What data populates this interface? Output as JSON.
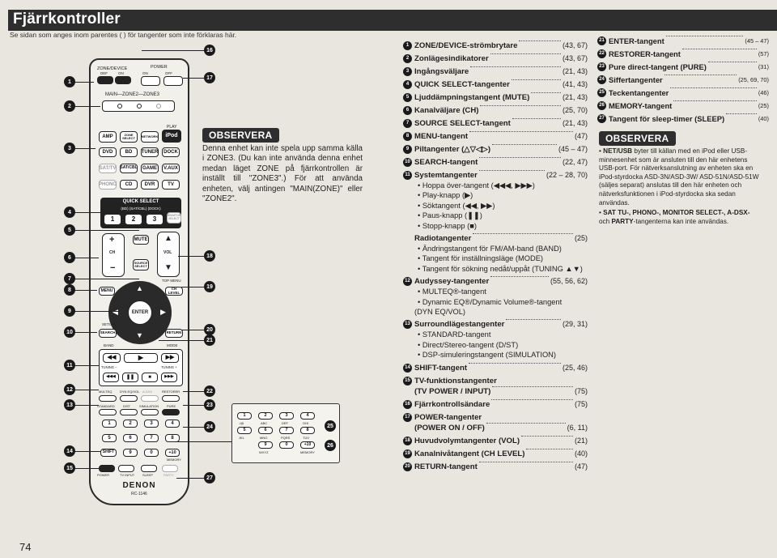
{
  "header": {
    "title": "Fjärrkontroller",
    "intro": "Se sidan som anges inom parentes (  ) för tangenter som inte förklaras här."
  },
  "page_number": "74",
  "observera_left": {
    "tag": "OBSERVERA",
    "text": "Denna enhet kan inte spela upp samma källa i ZONE3. (Du kan inte använda denna enhet medan läget ZONE på fjärrkontrollen är inställt till \"ZONE3\".) För att använda enheten, välj antingen \"MAIN(ZONE)\" eller \"ZONE2\"."
  },
  "remote": {
    "zone_device_label": "ZONE/DEVICE",
    "def": "DEF",
    "on": "ON",
    "power_label": "POWER",
    "off": "OFF",
    "main_zone": "MAIN—ZONE2—ZONE3",
    "play": "PLAY",
    "sources": [
      "AMP",
      "ZONE SELECT",
      "NETWORK",
      "iPod",
      "DVD",
      "BD",
      "TUNER",
      "DOCK",
      "SAT/TV",
      "SAT/CBL",
      "GAME",
      "V.AUX",
      "PHONO",
      "CD",
      "DVR",
      "TV"
    ],
    "quick_select": "QUICK SELECT",
    "quick_select_sub": "(BD)   (SAT/CBL)  (DOCK)",
    "quick_select_nums": [
      "1",
      "2",
      "3"
    ],
    "monitor_select": "MONITOR SELECT",
    "mute": "MUTE",
    "ch": "CH",
    "vol": "VOL",
    "plus": "+",
    "minus": "−",
    "source_select": "SOURCE SELECT",
    "top_menu": "TOP MENU",
    "menu": "MENU",
    "ch_level": "CH LEVEL",
    "enter": "ENTER",
    "setup": "SETUP",
    "search": "SEARCH",
    "return": "RETURN",
    "band": "BAND",
    "mode": "MODE",
    "tuning_minus": "TUNING −",
    "tuning_plus": "TUNING +",
    "multeq": "MULTEQ",
    "dyn_eq_vol": "DYN EQ/VOL",
    "a_dsx": "A-DSX",
    "restorer": "RESTORER",
    "standard": "STANDARD",
    "d_st": "D/ST",
    "simulation": "SIMULATION",
    "pure": "PURE",
    "keypad": [
      "1",
      "2",
      "3",
      "4",
      "5",
      "6",
      "7",
      "8",
      "9",
      "0",
      "+10"
    ],
    "keypad_letters": [
      "./@",
      "ABC",
      "DEF",
      "GHI",
      "JKL",
      "MNO",
      "PQRS",
      "TUV",
      "WXYZ"
    ],
    "shift": "SHIFT",
    "memory": "MEMORY",
    "tv_input": "TV INPUT",
    "sleep": "SLEEP",
    "party": "PARTY",
    "power_tv": "POWER",
    "brand": "DENON",
    "model": "RC-1146"
  },
  "callouts": [
    "1",
    "2",
    "3",
    "4",
    "5",
    "6",
    "7",
    "8",
    "9",
    "10",
    "11",
    "12",
    "13",
    "14",
    "15",
    "16",
    "17",
    "18",
    "19",
    "20",
    "21",
    "22",
    "23",
    "24",
    "25",
    "26",
    "27"
  ],
  "list_middle": [
    {
      "n": "1",
      "label": "ZONE/DEVICE-strömbrytare",
      "ref": "(43, 67)"
    },
    {
      "n": "2",
      "label": "Zonlägesindikatorer",
      "ref": "(43, 67)"
    },
    {
      "n": "3",
      "label": "Ingångsväljare",
      "ref": "(21, 43)"
    },
    {
      "n": "4",
      "label": "QUICK SELECT-tangenter",
      "ref": "(41, 43)"
    },
    {
      "n": "5",
      "label": "Ljuddämpningstangent (MUTE)",
      "ref": "(21, 43)"
    },
    {
      "n": "6",
      "label": "Kanalväljare (CH)",
      "ref": "(25, 70)"
    },
    {
      "n": "7",
      "label": "SOURCE SELECT-tangent",
      "ref": "(21, 43)"
    },
    {
      "n": "8",
      "label": "MENU-tangent",
      "ref": "(47)"
    },
    {
      "n": "9",
      "label": "Piltangenter (△▽◁▷)",
      "ref": "(45 – 47)"
    },
    {
      "n": "10",
      "label": "SEARCH-tangent",
      "ref": "(22, 47)"
    },
    {
      "n": "11",
      "label": "Systemtangenter",
      "ref": "(22 – 28, 70)"
    }
  ],
  "system_subs": [
    "Hoppa över-tangent (◀◀◀, ▶▶▶)",
    "Play-knapp (▶)",
    "Söktangent (◀◀, ▶▶)",
    "Paus-knapp (❚❚)",
    "Stopp-knapp (■)"
  ],
  "radio": {
    "label": "Radiotangenter",
    "ref": "(25)"
  },
  "radio_subs": [
    "Ändringstangent för FM/AM-band (BAND)",
    "Tangent för inställningsläge (MODE)",
    "Tangent för sökning nedåt/uppåt (TUNING ▲▼)"
  ],
  "audyssey": {
    "n": "12",
    "label": "Audyssey-tangenter",
    "ref": "(55, 56, 62)"
  },
  "audyssey_subs": [
    "MULTEQ®-tangent",
    "Dynamic EQ®/Dynamic Volume®-tangent"
  ],
  "audyssey_sub_cont": "(DYN EQ/VOL)",
  "surround": {
    "n": "13",
    "label": "Surroundlägestangenter",
    "ref": "(29, 31)"
  },
  "surround_subs": [
    "STANDARD-tangent",
    "Direct/Stereo-tangent (D/ST)",
    "DSP-simuleringstangent (SIMULATION)"
  ],
  "list_middle_2": [
    {
      "n": "14",
      "label": "SHIFT-tangent",
      "ref": "(25, 46)"
    }
  ],
  "tv_func": {
    "n": "15",
    "label": "TV-funktionstangenter",
    "label2": "(TV POWER / INPUT)",
    "ref": "(75)"
  },
  "remote_sender": {
    "n": "16",
    "label": "Fjärrkontrollsändare",
    "ref": "(75)"
  },
  "power_keys": {
    "n": "17",
    "label": "POWER-tangenter",
    "label2": "(POWER ON / OFF)",
    "ref": "(6, 11)"
  },
  "list_middle_3": [
    {
      "n": "18",
      "label": "Huvudvolymtangenter (VOL)",
      "ref": "(21)"
    },
    {
      "n": "19",
      "label": "Kanalnivåtangent (CH LEVEL)",
      "ref": "(40)"
    },
    {
      "n": "20",
      "label": "RETURN-tangent",
      "ref": "(47)"
    }
  ],
  "list_right": [
    {
      "n": "21",
      "label": "ENTER-tangent",
      "ref": "(45 – 47)"
    },
    {
      "n": "22",
      "label": "RESTORER-tangent",
      "ref": "(57)"
    },
    {
      "n": "23",
      "label": "Pure direct-tangent (PURE)",
      "ref": "(31)"
    },
    {
      "n": "24",
      "label": "Siffertangenter",
      "ref": "(25, 69, 70)"
    },
    {
      "n": "25",
      "label": "Teckentangenter",
      "ref": "(46)"
    },
    {
      "n": "26",
      "label": "MEMORY-tangent",
      "ref": "(25)"
    },
    {
      "n": "27",
      "label": "Tangent för sleep-timer (SLEEP)",
      "ref": "(40)"
    }
  ],
  "observera_right": {
    "tag": "OBSERVERA",
    "p1_bold": "NET/USB",
    "p1": " byter till källan med en iPod eller USB-minnesenhet som är ansluten till den här enhetens USB-port. För nätverksanslutning av enheten ska en iPod-styrdocka ASD-3N/ASD-3W/ ASD-51N/ASD-51W (säljes separat) anslutas till den här enheten och nätverksfunktionen i iPod-styrdocka ska sedan användas.",
    "p2_bold": "SAT TU-, PHONO-, MONITOR SELECT-, A-DSX-",
    "p2_mid": " och ",
    "p2_bold2": "PARTY",
    "p2": "-tangenterna kan inte användas."
  }
}
